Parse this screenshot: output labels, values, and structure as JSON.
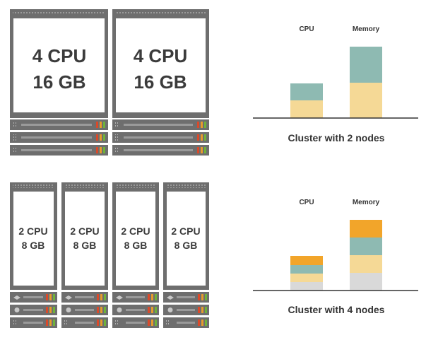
{
  "diagram": {
    "rows": [
      {
        "nodes": [
          {
            "cpu_label": "4 CPU",
            "mem_label": "16 GB"
          },
          {
            "cpu_label": "4 CPU",
            "mem_label": "16 GB"
          }
        ],
        "chart": {
          "bar_labels": [
            "CPU",
            "Memory"
          ],
          "caption": "Cluster with 2 nodes"
        }
      },
      {
        "nodes": [
          {
            "cpu_label": "2 CPU",
            "mem_label": "8 GB"
          },
          {
            "cpu_label": "2 CPU",
            "mem_label": "8 GB"
          },
          {
            "cpu_label": "2 CPU",
            "mem_label": "8 GB"
          },
          {
            "cpu_label": "2 CPU",
            "mem_label": "8 GB"
          }
        ],
        "chart": {
          "bar_labels": [
            "CPU",
            "Memory"
          ],
          "caption": "Cluster with 4 nodes"
        }
      }
    ],
    "colors": {
      "frame": "#6e6e6e",
      "frame_dark": "#555555",
      "node_fill": "#ffffff",
      "led_red": "#d94a2b",
      "led_orange": "#e89a2c",
      "led_green": "#6fb23a",
      "baseline": "#333333",
      "segment_sand": "#f5d996",
      "segment_teal": "#8ebab2",
      "segment_orange": "#f2a52a",
      "segment_gray": "#d9d9d9"
    }
  }
}
